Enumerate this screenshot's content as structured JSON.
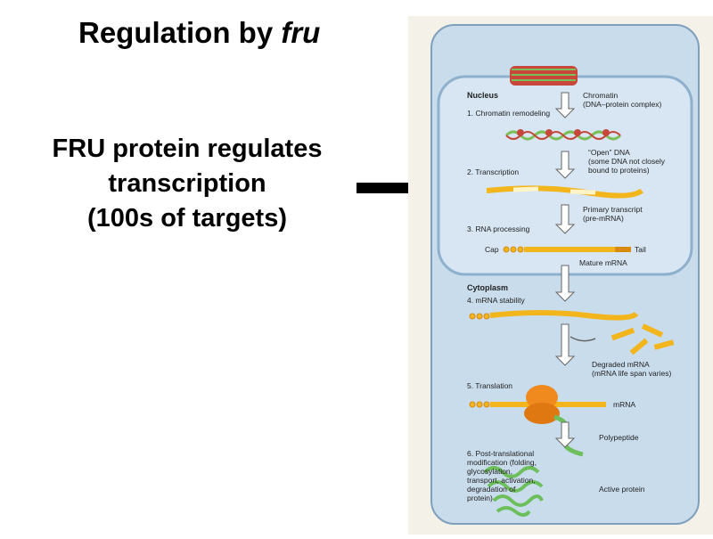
{
  "title": {
    "prefix": "Regulation by ",
    "gene": "fru"
  },
  "claim": {
    "lines": [
      "FRU protein regulates",
      "transcription",
      "(100s of targets)"
    ]
  },
  "figure": {
    "nucleus_label": "Nucleus",
    "cytoplasm_label": "Cytoplasm",
    "chromatin_label": [
      "Chromatin",
      "(DNA–protein complex)"
    ],
    "open_dna_label": [
      "“Open” DNA",
      "(some DNA not closely",
      "bound to proteins)"
    ],
    "primary_transcript_label": [
      "Primary transcript",
      "(pre-mRNA)"
    ],
    "cap_label": "Cap",
    "tail_label": "Tail",
    "mature_mrna_label": "Mature mRNA",
    "degraded_mrna_label": [
      "Degraded mRNA",
      "(mRNA life span varies)"
    ],
    "mrna_label": "mRNA",
    "polypeptide_label": "Polypeptide",
    "active_protein_label": "Active protein",
    "steps": [
      {
        "lines": [
          "1. Chromatin remodeling"
        ]
      },
      {
        "lines": [
          "2. Transcription"
        ]
      },
      {
        "lines": [
          "3. RNA processing"
        ]
      },
      {
        "lines": [
          "4. mRNA stability"
        ]
      },
      {
        "lines": [
          "5. Translation"
        ]
      },
      {
        "lines": [
          "6. Post-translational",
          "modification (folding,",
          "glycosylation,",
          "transport, activation,",
          "degradation of",
          "protein)"
        ]
      }
    ],
    "colors": {
      "cell_fill": "#c9dcec",
      "cell_stroke": "#7f9fbd",
      "nucleus_fill": "#d7e6f2",
      "rna": "#f2b51c",
      "rna_dark": "#d98a10",
      "protein": "#6cbf5a",
      "ribosome": "#f08a1e"
    }
  }
}
